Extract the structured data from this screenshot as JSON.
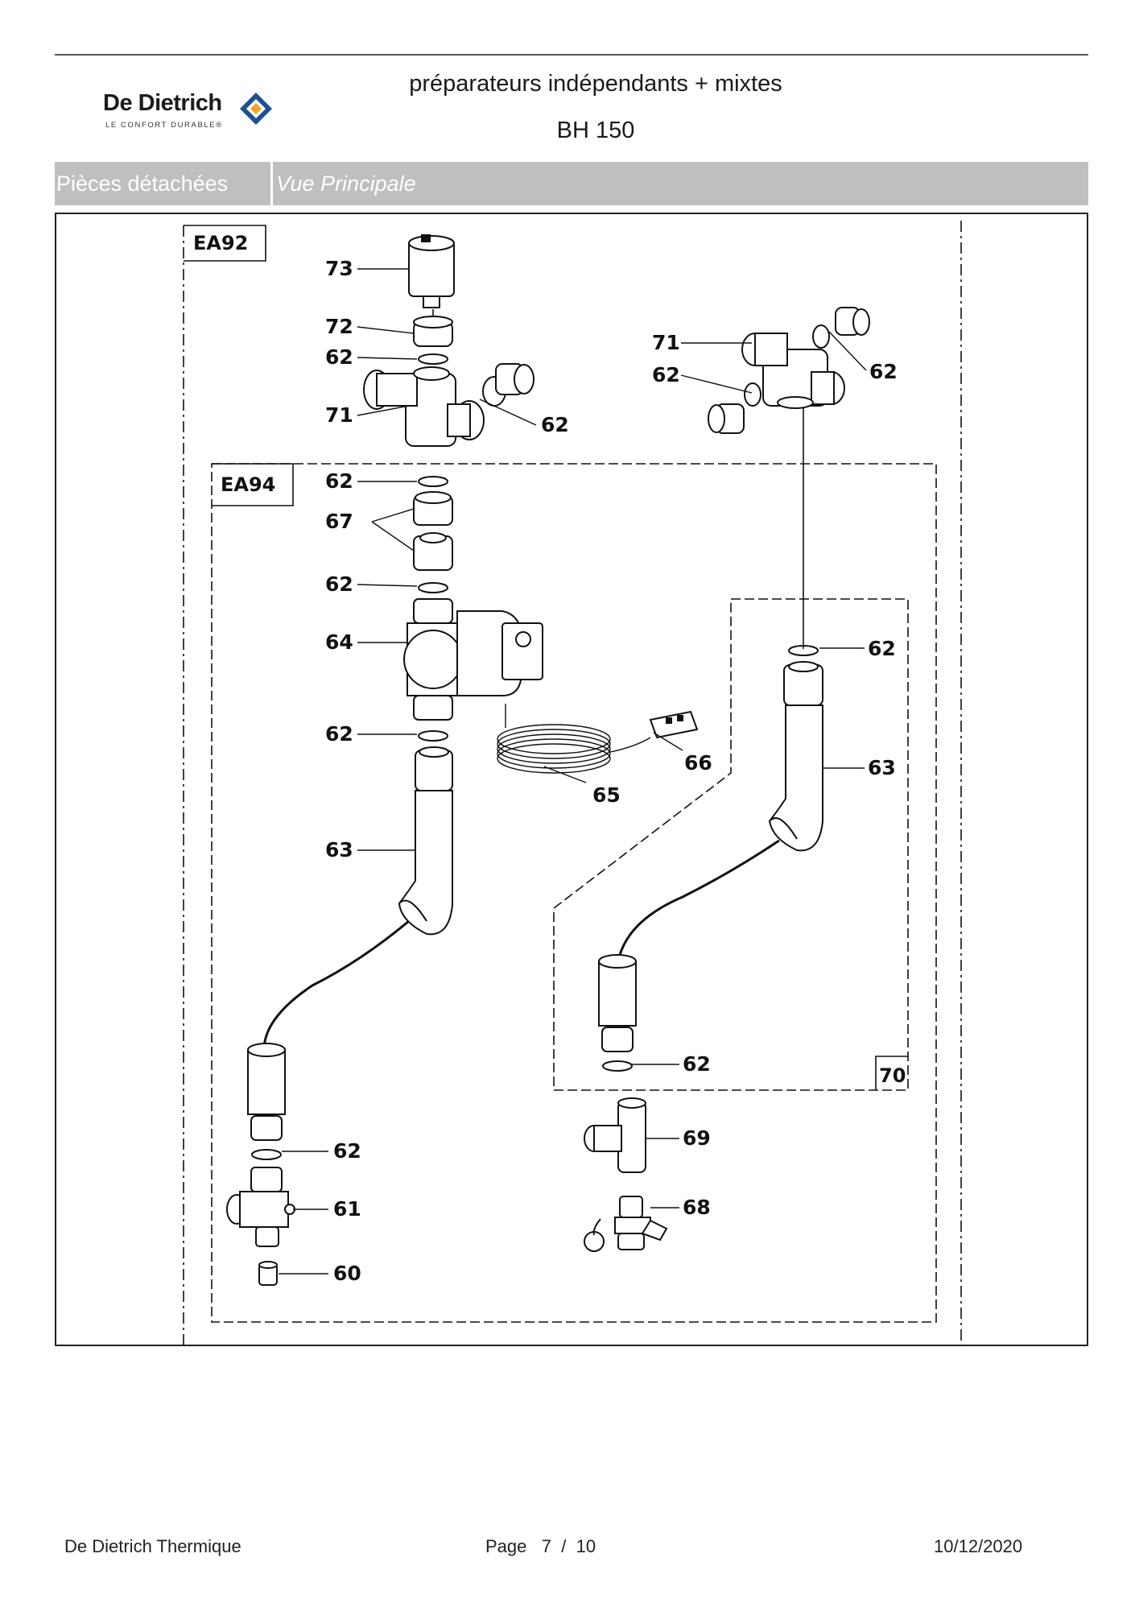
{
  "header": {
    "brand_name": "De Dietrich",
    "brand_tagline": "LE CONFORT DURABLE®",
    "brand_color": "#1d4f91",
    "brand_accent": "#f2a21c",
    "title": "préparateurs indépendants + mixtes",
    "model": "BH 150"
  },
  "band": {
    "section": "Pièces détachées",
    "view": "Vue Principale",
    "color": "#bfbfbf"
  },
  "diagram": {
    "group_labels": {
      "ea92": "EA92",
      "ea94": "EA94",
      "kit70": "70"
    },
    "callouts": {
      "c73": "73",
      "c72": "72",
      "c62_a": "62",
      "c71_a": "71",
      "c62_b": "62",
      "c71_b": "71",
      "c62_c": "62",
      "c62_d": "62",
      "c62_e": "62",
      "c67": "67",
      "c62_f": "62",
      "c64": "64",
      "c62_g": "62",
      "c62_h": "62",
      "c66": "66",
      "c65": "65",
      "c63_a": "63",
      "c63_b": "63",
      "c62_i": "62",
      "c62_j": "62",
      "c69": "69",
      "c61": "61",
      "c68": "68",
      "c60": "60"
    }
  },
  "footer": {
    "company": "De Dietrich Thermique",
    "page_label": "Page",
    "page_current": "7",
    "page_sep": "/",
    "page_total": "10",
    "date": "10/12/2020"
  }
}
